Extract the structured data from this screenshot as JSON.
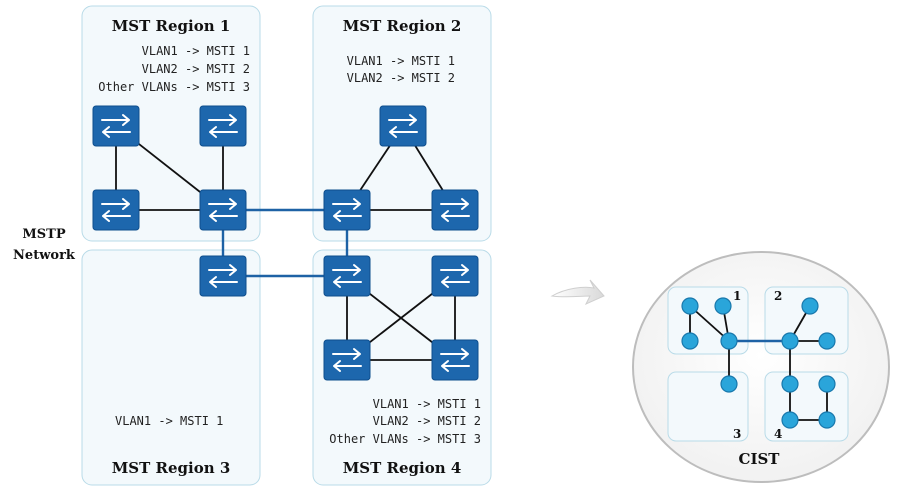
{
  "diagram": {
    "network_label": [
      "MSTP",
      "Network"
    ],
    "regions": [
      {
        "title": "MST Region 1",
        "mappings": [
          "VLAN1 -> MSTI 1",
          "VLAN2 -> MSTI 2",
          "Other VLANs -> MSTI 3"
        ]
      },
      {
        "title": "MST Region 2",
        "mappings": [
          "VLAN1 -> MSTI 1",
          "VLAN2 -> MSTI 2"
        ]
      },
      {
        "title": "MST Region 3",
        "mappings": [
          "VLAN1 -> MSTI 1"
        ]
      },
      {
        "title": "MST Region 4",
        "mappings": [
          "VLAN1 -> MSTI 1",
          "VLAN2 -> MSTI 2",
          "Other VLANs -> MSTI 3"
        ]
      }
    ],
    "cist": {
      "label": "CIST",
      "sub_labels": [
        "1",
        "2",
        "3",
        "4"
      ]
    },
    "colors": {
      "switch": "#1d67ad",
      "inter_region_link": "#1e62a5",
      "intra_region_link": "#111111",
      "cist_node": "#2aa5da",
      "region_fill": "#f3f9fc",
      "region_border": "#b9dbe8"
    },
    "icons": [
      "switch-icon",
      "arrow-icon"
    ]
  }
}
